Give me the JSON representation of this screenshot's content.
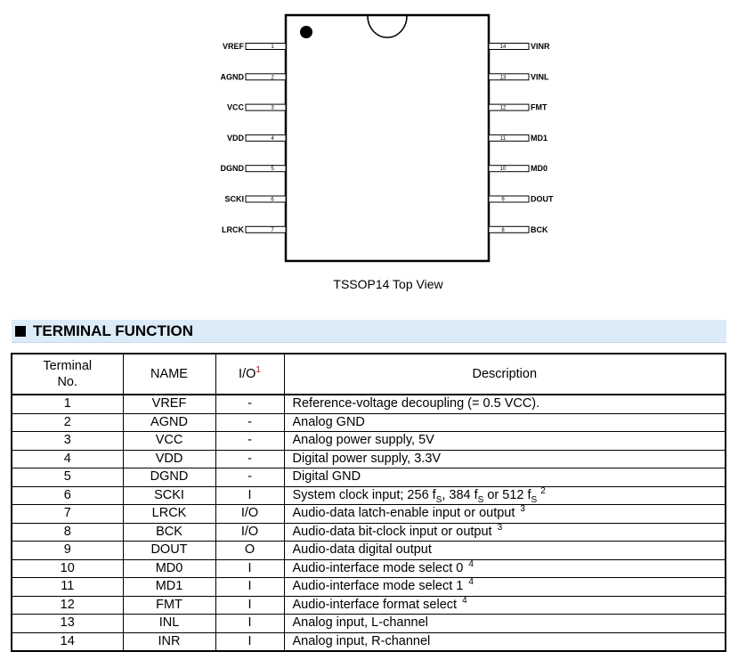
{
  "diagram": {
    "left_pins": [
      {
        "num": "1",
        "label": "VREF"
      },
      {
        "num": "2",
        "label": "AGND"
      },
      {
        "num": "3",
        "label": "VCC"
      },
      {
        "num": "4",
        "label": "VDD"
      },
      {
        "num": "5",
        "label": "DGND"
      },
      {
        "num": "6",
        "label": "SCKI"
      },
      {
        "num": "7",
        "label": "LRCK"
      }
    ],
    "right_pins": [
      {
        "num": "14",
        "label": "VINR"
      },
      {
        "num": "13",
        "label": "VINL"
      },
      {
        "num": "12",
        "label": "FMT"
      },
      {
        "num": "11",
        "label": "MD1"
      },
      {
        "num": "10",
        "label": "MD0"
      },
      {
        "num": "9",
        "label": "DOUT"
      },
      {
        "num": "8",
        "label": "BCK"
      }
    ],
    "caption": "TSSOP14 Top View"
  },
  "section": {
    "title": "TERMINAL FUNCTION"
  },
  "table": {
    "headers": {
      "terminal_line1": "Terminal",
      "terminal_line2": "No.",
      "name": "NAME",
      "io": "I/O",
      "io_note": "1",
      "description": "Description"
    },
    "rows": [
      {
        "no": "1",
        "name": "VREF",
        "io": "-",
        "desc": "Reference-voltage decoupling (= 0.5 VCC)."
      },
      {
        "no": "2",
        "name": "AGND",
        "io": "-",
        "desc": "Analog GND"
      },
      {
        "no": "3",
        "name": "VCC",
        "io": "-",
        "desc": "Analog power supply, 5V"
      },
      {
        "no": "4",
        "name": "VDD",
        "io": "-",
        "desc": "Digital power supply, 3.3V"
      },
      {
        "no": "5",
        "name": "DGND",
        "io": "-",
        "desc": "Digital GND"
      },
      {
        "no": "6",
        "name": "SCKI",
        "io": "I",
        "desc_parts": [
          "System clock input; 256 f",
          "S",
          ", 384 f",
          "S",
          " or 512 f",
          "S",
          " ",
          "2"
        ]
      },
      {
        "no": "7",
        "name": "LRCK",
        "io": "I/O",
        "desc": "Audio-data latch-enable input or output",
        "note": "3"
      },
      {
        "no": "8",
        "name": "BCK",
        "io": "I/O",
        "desc": "Audio-data bit-clock input or output",
        "note": "3"
      },
      {
        "no": "9",
        "name": "DOUT",
        "io": "O",
        "desc": "Audio-data digital output"
      },
      {
        "no": "10",
        "name": "MD0",
        "io": "I",
        "desc": "Audio-interface mode select 0",
        "note": "4"
      },
      {
        "no": "11",
        "name": "MD1",
        "io": "I",
        "desc": "Audio-interface mode select 1",
        "note": "4"
      },
      {
        "no": "12",
        "name": "FMT",
        "io": "I",
        "desc": "Audio-interface format select",
        "note": "4"
      },
      {
        "no": "13",
        "name": "INL",
        "io": "I",
        "desc": "Analog input, L-channel"
      },
      {
        "no": "14",
        "name": "INR",
        "io": "I",
        "desc": "Analog input, R-channel"
      }
    ]
  }
}
